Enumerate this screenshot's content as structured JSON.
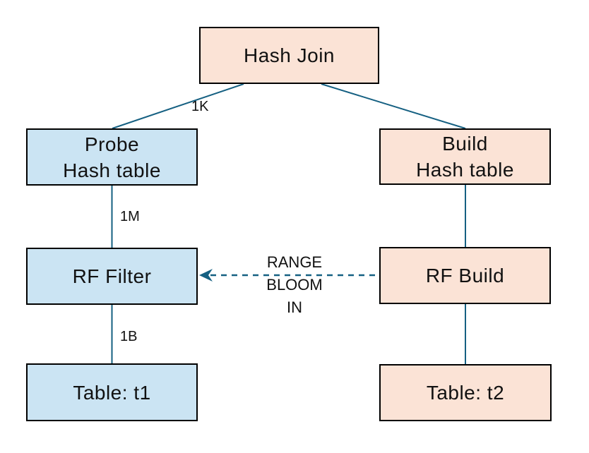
{
  "diagram": {
    "type": "query-plan",
    "nodes": {
      "hash_join": {
        "label": "Hash Join",
        "color_role": "peach"
      },
      "probe": {
        "line1": "Probe",
        "line2": "Hash table",
        "color_role": "blue"
      },
      "build": {
        "line1": "Build",
        "line2": "Hash table",
        "color_role": "peach"
      },
      "rf_filter": {
        "label": "RF Filter",
        "color_role": "blue"
      },
      "rf_build": {
        "label": "RF Build",
        "color_role": "peach"
      },
      "t1": {
        "label": "Table: t1",
        "color_role": "blue"
      },
      "t2": {
        "label": "Table: t2",
        "color_role": "peach"
      }
    },
    "edges": {
      "hashjoin_probe": {
        "label": "1K",
        "style": "solid"
      },
      "hashjoin_build": {
        "label": "",
        "style": "solid"
      },
      "probe_rffilter": {
        "label": "1M",
        "style": "solid"
      },
      "rffilter_t1": {
        "label": "1B",
        "style": "solid"
      },
      "build_rfbuild": {
        "label": "",
        "style": "solid"
      },
      "rfbuild_t2": {
        "label": "",
        "style": "solid"
      },
      "rfbuild_rffilter": {
        "line1": "RANGE",
        "line2": "BLOOM",
        "line3": "IN",
        "style": "dashed-arrow"
      }
    },
    "colors": {
      "peach_fill": "#FBE3D6",
      "blue_fill": "#CBE4F3",
      "edge_stroke": "#156082",
      "node_border": "#000000",
      "text": "#111111",
      "background": "#FFFFFF"
    }
  }
}
